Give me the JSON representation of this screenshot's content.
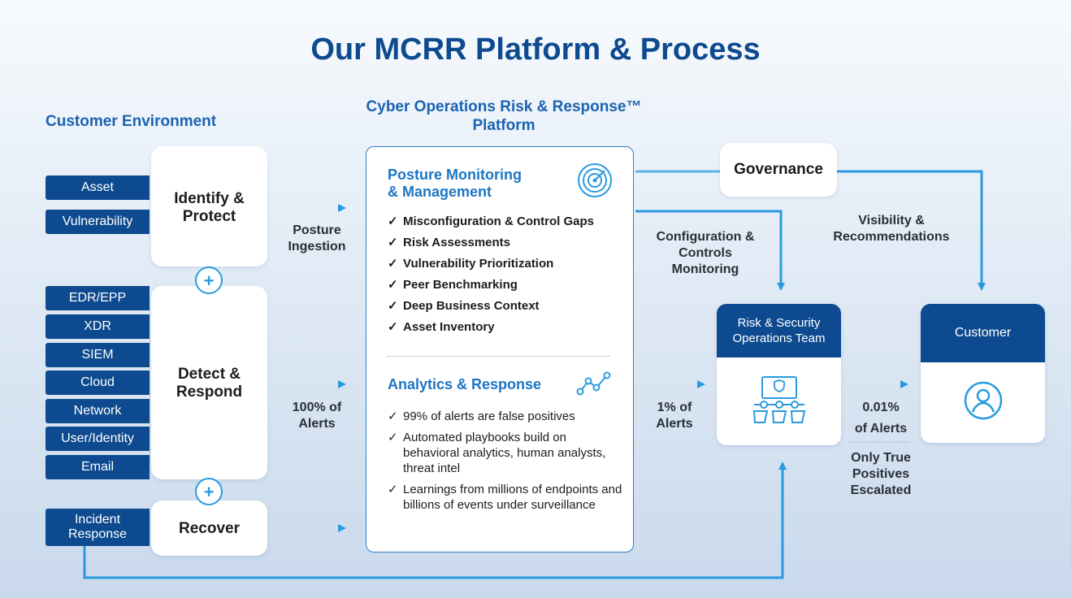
{
  "title": "Our MCRR Platform & Process",
  "customer_env_title": "Customer Environment",
  "platform_title_l1": "Cyber Operations Risk & Response™",
  "platform_title_l2": "Platform",
  "tags": {
    "asset": "Asset",
    "vulnerability": "Vulnerability",
    "edr": "EDR/EPP",
    "xdr": "XDR",
    "siem": "SIEM",
    "cloud": "Cloud",
    "network": "Network",
    "user_identity": "User/Identity",
    "email": "Email",
    "incident_l1": "Incident",
    "incident_l2": "Response"
  },
  "stages": {
    "identify_l1": "Identify &",
    "identify_l2": "Protect",
    "detect_l1": "Detect &",
    "detect_l2": "Respond",
    "recover": "Recover",
    "plus": "+"
  },
  "flows": {
    "posture_l1": "Posture",
    "posture_l2": "Ingestion",
    "alerts100_l1": "100% of",
    "alerts100_l2": "Alerts",
    "alerts1_l1": "1% of",
    "alerts1_l2": "Alerts",
    "alerts001_l1": "0.01%",
    "alerts001_l2": "of Alerts",
    "escalated_l1": "Only True",
    "escalated_l2": "Positives",
    "escalated_l3": "Escalated",
    "config_l1": "Configuration &",
    "config_l2": "Controls",
    "config_l3": "Monitoring",
    "visibility_l1": "Visibility &",
    "visibility_l2": "Recommendations"
  },
  "posture": {
    "heading_l1": "Posture Monitoring",
    "heading_l2": "& Management",
    "check": "✓",
    "items": [
      "Misconfiguration & Control Gaps",
      "Risk Assessments",
      "Vulnerability Prioritization",
      "Peer Benchmarking",
      "Deep Business Context",
      "Asset Inventory"
    ]
  },
  "analytics": {
    "heading": "Analytics & Response",
    "items": [
      "99% of alerts are false positives",
      "Automated playbooks build on behavioral analytics, human analysts, threat intel",
      "Learnings from millions of endpoints and billions of events under surveillance"
    ]
  },
  "governance": "Governance",
  "team_l1": "Risk & Security",
  "team_l2": "Operations Team",
  "customer": "Customer",
  "icons": [
    "radar-icon",
    "analytics-graph-icon",
    "operations-team-icon",
    "user-icon",
    "arrow-icon"
  ],
  "colors": {
    "navy": "#0d4a8f",
    "accent": "#2a9ae0",
    "heading_blue": "#1b76c4"
  }
}
